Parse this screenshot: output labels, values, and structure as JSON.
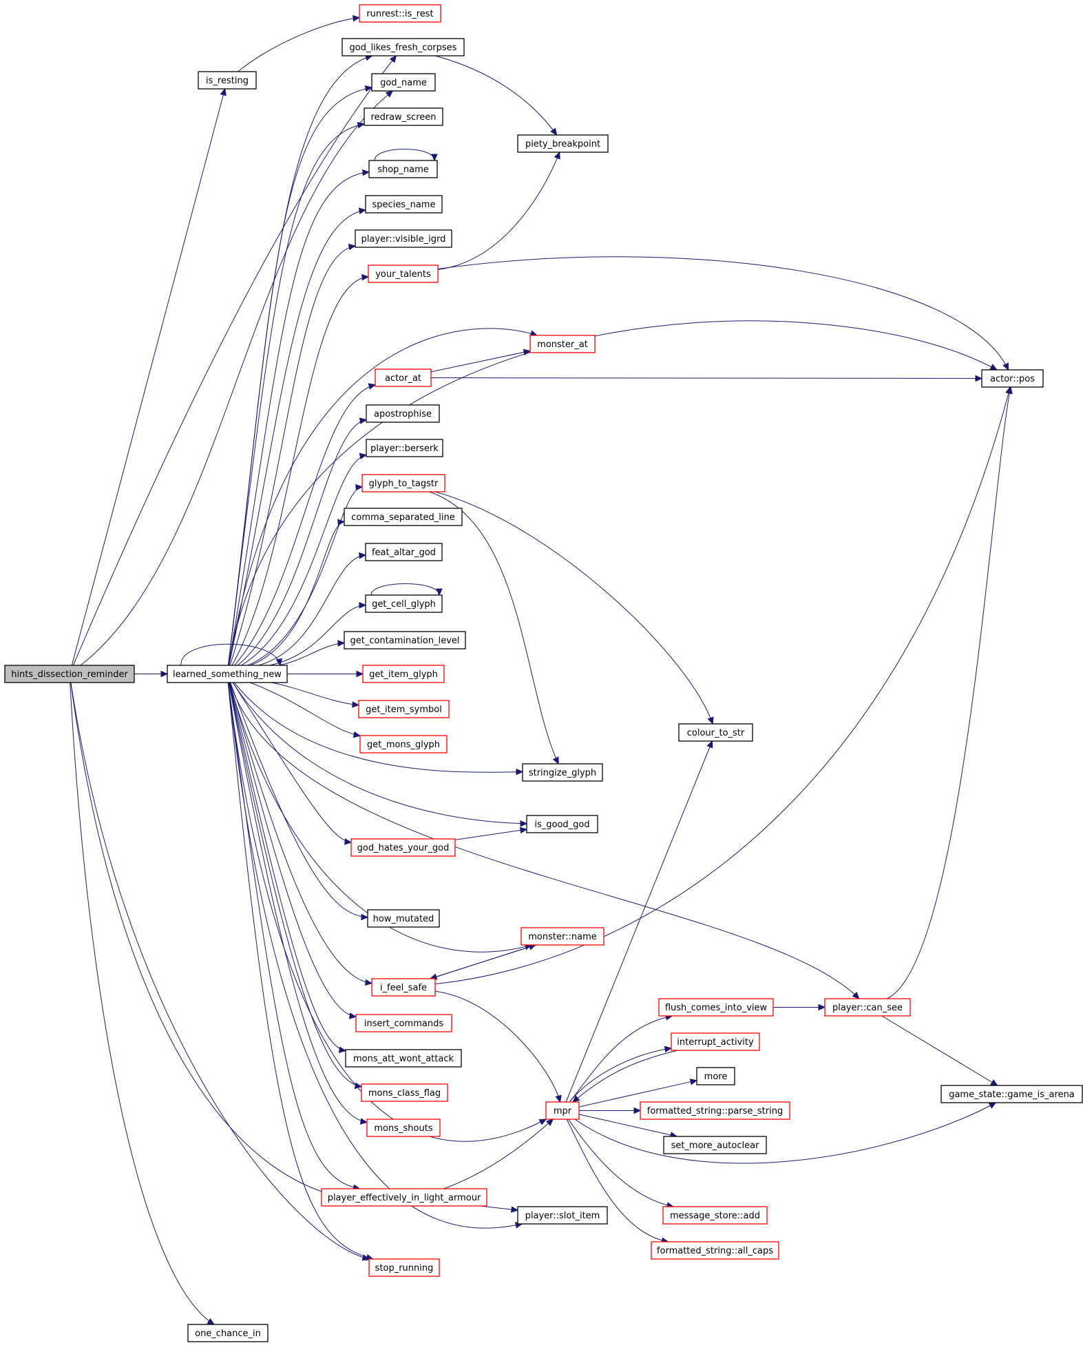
{
  "colors": {
    "edge": "#191970",
    "root_fill": "#bfbfbf",
    "normal_border": "#000000",
    "truncated_border": "#ff0000",
    "node_fill": "#ffffff"
  },
  "nodes": [
    {
      "id": "hints_dissection_reminder",
      "label": "hints_dissection_reminder",
      "kind": "root"
    },
    {
      "id": "is_resting",
      "label": "is_resting",
      "kind": "normal"
    },
    {
      "id": "runrest_is_rest",
      "label": "runrest::is_rest",
      "kind": "truncated"
    },
    {
      "id": "learned_something_new",
      "label": "learned_something_new",
      "kind": "normal"
    },
    {
      "id": "one_chance_in",
      "label": "one_chance_in",
      "kind": "normal"
    },
    {
      "id": "god_likes_fresh_corpses",
      "label": "god_likes_fresh_corpses",
      "kind": "normal"
    },
    {
      "id": "god_name",
      "label": "god_name",
      "kind": "normal"
    },
    {
      "id": "redraw_screen",
      "label": "redraw_screen",
      "kind": "normal"
    },
    {
      "id": "shop_name",
      "label": "shop_name",
      "kind": "normal"
    },
    {
      "id": "species_name",
      "label": "species_name",
      "kind": "normal"
    },
    {
      "id": "player_visible_igrd",
      "label": "player::visible_igrd",
      "kind": "normal"
    },
    {
      "id": "your_talents",
      "label": "your_talents",
      "kind": "truncated"
    },
    {
      "id": "actor_at",
      "label": "actor_at",
      "kind": "truncated"
    },
    {
      "id": "apostrophise",
      "label": "apostrophise",
      "kind": "normal"
    },
    {
      "id": "player_berserk",
      "label": "player::berserk",
      "kind": "normal"
    },
    {
      "id": "glyph_to_tagstr",
      "label": "glyph_to_tagstr",
      "kind": "truncated"
    },
    {
      "id": "comma_separated_line",
      "label": "comma_separated_line",
      "kind": "normal"
    },
    {
      "id": "feat_altar_god",
      "label": "feat_altar_god",
      "kind": "normal"
    },
    {
      "id": "get_cell_glyph",
      "label": "get_cell_glyph",
      "kind": "normal"
    },
    {
      "id": "get_contamination_level",
      "label": "get_contamination_level",
      "kind": "normal"
    },
    {
      "id": "get_item_glyph",
      "label": "get_item_glyph",
      "kind": "truncated"
    },
    {
      "id": "get_item_symbol",
      "label": "get_item_symbol",
      "kind": "truncated"
    },
    {
      "id": "get_mons_glyph",
      "label": "get_mons_glyph",
      "kind": "truncated"
    },
    {
      "id": "god_hates_your_god",
      "label": "god_hates_your_god",
      "kind": "truncated"
    },
    {
      "id": "how_mutated",
      "label": "how_mutated",
      "kind": "normal"
    },
    {
      "id": "i_feel_safe",
      "label": "i_feel_safe",
      "kind": "truncated"
    },
    {
      "id": "insert_commands",
      "label": "insert_commands",
      "kind": "truncated"
    },
    {
      "id": "mons_att_wont_attack",
      "label": "mons_att_wont_attack",
      "kind": "normal"
    },
    {
      "id": "mons_class_flag",
      "label": "mons_class_flag",
      "kind": "truncated"
    },
    {
      "id": "mons_shouts",
      "label": "mons_shouts",
      "kind": "truncated"
    },
    {
      "id": "player_effectively_in_light_armour",
      "label": "player_effectively_in_light_armour",
      "kind": "truncated"
    },
    {
      "id": "stop_running",
      "label": "stop_running",
      "kind": "truncated"
    },
    {
      "id": "piety_breakpoint",
      "label": "piety_breakpoint",
      "kind": "normal"
    },
    {
      "id": "monster_at",
      "label": "monster_at",
      "kind": "truncated"
    },
    {
      "id": "stringize_glyph",
      "label": "stringize_glyph",
      "kind": "normal"
    },
    {
      "id": "is_good_god",
      "label": "is_good_god",
      "kind": "normal"
    },
    {
      "id": "monster_name",
      "label": "monster::name",
      "kind": "truncated"
    },
    {
      "id": "mpr",
      "label": "mpr",
      "kind": "truncated"
    },
    {
      "id": "player_slot_item",
      "label": "player::slot_item",
      "kind": "normal"
    },
    {
      "id": "colour_to_str",
      "label": "colour_to_str",
      "kind": "normal"
    },
    {
      "id": "flush_comes_into_view",
      "label": "flush_comes_into_view",
      "kind": "truncated"
    },
    {
      "id": "interrupt_activity",
      "label": "interrupt_activity",
      "kind": "truncated"
    },
    {
      "id": "more",
      "label": "more",
      "kind": "normal"
    },
    {
      "id": "formatted_string_parse_string",
      "label": "formatted_string::parse_string",
      "kind": "truncated"
    },
    {
      "id": "set_more_autoclear",
      "label": "set_more_autoclear",
      "kind": "normal"
    },
    {
      "id": "message_store_add",
      "label": "message_store::add",
      "kind": "truncated"
    },
    {
      "id": "formatted_string_all_caps",
      "label": "formatted_string::all_caps",
      "kind": "truncated"
    },
    {
      "id": "player_can_see",
      "label": "player::can_see",
      "kind": "truncated"
    },
    {
      "id": "actor_pos",
      "label": "actor::pos",
      "kind": "normal"
    },
    {
      "id": "game_state_game_is_arena",
      "label": "game_state::game_is_arena",
      "kind": "normal"
    }
  ]
}
